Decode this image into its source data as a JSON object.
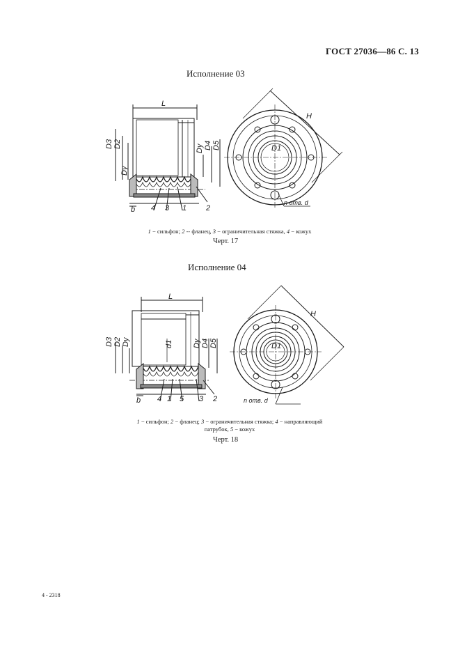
{
  "header": {
    "doc_ref": "ГОСТ 27036—86 С. 13"
  },
  "figure17": {
    "title": "Исполнение 03",
    "labels": {
      "L": "L",
      "H": "H",
      "D3": "D3",
      "D2": "D2",
      "Dy_left": "Dy",
      "Dy_right": "Dy",
      "D4": "D4",
      "D5": "D5",
      "D1": "D1",
      "b": "b",
      "n1": "1",
      "n2": "2",
      "n3": "3",
      "n4": "4",
      "holes": "n отв. d"
    },
    "legend": [
      {
        "num": "1",
        "text": " − сильфон; "
      },
      {
        "num": "2",
        "text": " -- фланец, "
      },
      {
        "num": "3",
        "text": " − ограничительная стяжка, "
      },
      {
        "num": "4",
        "text": " − кожух"
      }
    ],
    "caption": "Черт. 17"
  },
  "figure18": {
    "title": "Исполнение 04",
    "labels": {
      "L": "L",
      "H": "H",
      "D3": "D3",
      "D2": "D2",
      "Dy_left": "Dy",
      "Dy_right": "Dy",
      "D4": "D4",
      "D5": "D5",
      "D1": "D1",
      "d1": "d1",
      "b": "b",
      "n1": "1",
      "n2": "2",
      "n3": "3",
      "n4": "4",
      "n5": "5",
      "holes": "n отв. d"
    },
    "legend_line1": [
      {
        "num": "1",
        "text": " − сильфон; "
      },
      {
        "num": "2",
        "text": " − фланец; "
      },
      {
        "num": "3",
        "text": " − ограничительная стяжка; "
      },
      {
        "num": "4",
        "text": " − направляющий"
      }
    ],
    "legend_line2": [
      {
        "num": "",
        "text": "патрубок, "
      },
      {
        "num": "5",
        "text": " − кожух"
      }
    ],
    "caption": "Черт. 18"
  },
  "footer": {
    "code": "4 - 2318"
  }
}
